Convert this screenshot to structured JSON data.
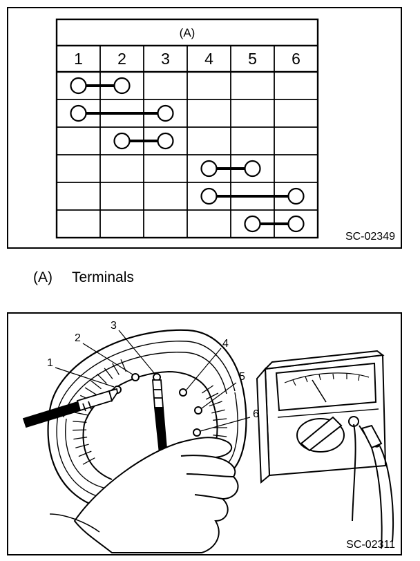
{
  "table": {
    "header": "(A)",
    "columns": [
      "1",
      "2",
      "3",
      "4",
      "5",
      "6"
    ],
    "connections": [
      [
        1,
        2
      ],
      [
        1,
        3
      ],
      [
        2,
        3
      ],
      [
        4,
        5
      ],
      [
        4,
        6
      ],
      [
        5,
        6
      ]
    ]
  },
  "figure_codes": {
    "top": "SC-02349",
    "bottom": "SC-02311"
  },
  "legend": {
    "key": "(A)",
    "label": "Terminals"
  },
  "terminal_labels": [
    "1",
    "2",
    "3",
    "4",
    "5",
    "6"
  ]
}
